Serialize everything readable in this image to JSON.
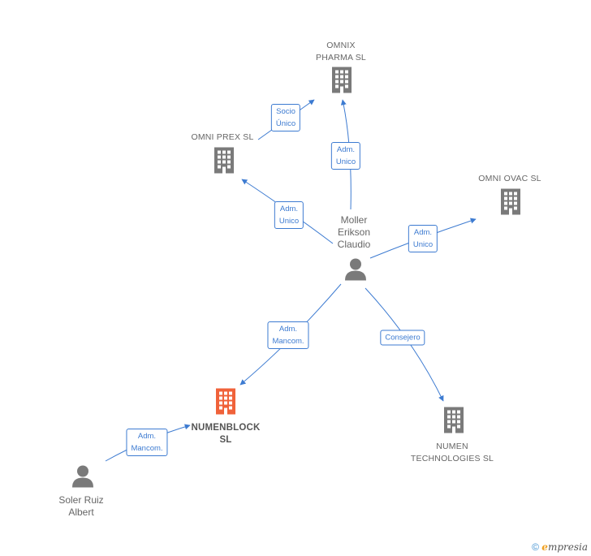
{
  "colors": {
    "edge": "#3d7bd1",
    "company_icon": "#7a7a7a",
    "highlight_icon": "#f0623a",
    "person_icon": "#7a7a7a"
  },
  "nodes": {
    "omnix": {
      "label": "OMNIX\nPHARMA SL",
      "icon": "building-icon"
    },
    "omniprex": {
      "label": "OMNI PREX SL",
      "icon": "building-icon"
    },
    "omniovac": {
      "label": "OMNI OVAC  SL",
      "icon": "building-icon"
    },
    "moller": {
      "label": "Moller\nErikson\nClaudio",
      "icon": "person-icon"
    },
    "numenblock": {
      "label": "NUMENBLOCK\nSL",
      "icon": "building-icon"
    },
    "numentech": {
      "label": "NUMEN\nTECHNOLOGIES SL",
      "icon": "building-icon"
    },
    "soler": {
      "label": "Soler Ruiz\nAlbert",
      "icon": "person-icon"
    }
  },
  "edges": [
    {
      "id": "e1",
      "label": "Socio\nÚnico"
    },
    {
      "id": "e2",
      "label": "Adm.\nUnico"
    },
    {
      "id": "e3",
      "label": "Adm.\nUnico"
    },
    {
      "id": "e4",
      "label": "Adm.\nUnico"
    },
    {
      "id": "e5",
      "label": "Adm.\nMancom."
    },
    {
      "id": "e6",
      "label": "Consejero"
    },
    {
      "id": "e7",
      "label": "Adm.\nMancom."
    }
  ],
  "footer": {
    "copyright": "©",
    "brand_first": "e",
    "brand_rest": "mpresia"
  }
}
